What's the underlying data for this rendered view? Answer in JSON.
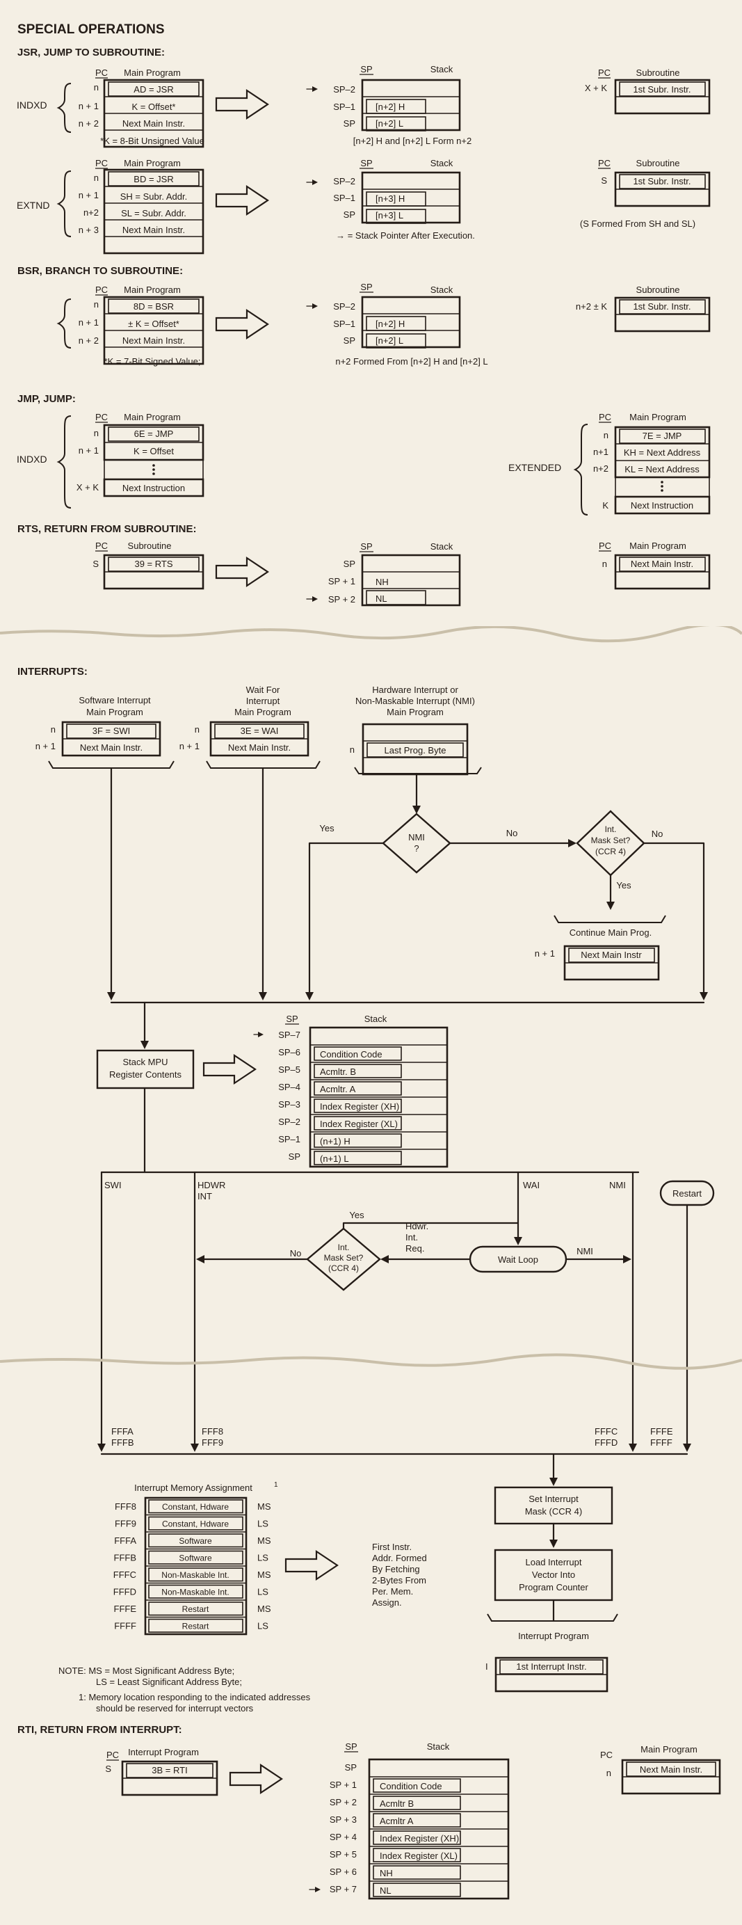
{
  "colors": {
    "paper": "#f4efe4",
    "ink": "#241c17"
  },
  "special": {
    "title": "SPECIAL OPERATIONS",
    "jsr_head": "JSR, JUMP TO SUBROUTINE:",
    "indxd": "INDXD",
    "extnd": "EXTND",
    "pc": "PC",
    "sp": "SP",
    "main_program": "Main Program",
    "stack": "Stack",
    "subroutine": "Subroutine",
    "n": "n",
    "n1": "n + 1",
    "n2": "n + 2",
    "n1b": "n+1",
    "n2b": "n+2",
    "n3": "n + 3",
    "sp2": "SP–2",
    "sp1": "SP–1",
    "sp_plus1": "SP + 1",
    "sp_plus2": "SP + 2",
    "s": "S",
    "xk": "X + K",
    "jsr_indxd_rows": [
      "AD = JSR",
      "K = Offset*",
      "Next Main Instr."
    ],
    "k_note8": "*K = 8-Bit Unsigned Value",
    "stack_n2h": "[n+2] H",
    "stack_n2l": "[n+2] L",
    "form_note": "[n+2] H and [n+2] L Form n+2",
    "first_subr": "1st Subr. Instr.",
    "jsr_extnd_rows": [
      "BD = JSR",
      "SH = Subr. Addr.",
      "SL = Subr. Addr.",
      "Next Main Instr."
    ],
    "stack_n3h": "[n+3] H",
    "stack_n3l": "[n+3] L",
    "arrow_note": "→ = Stack Pointer After Execution.",
    "s_formed": "(S Formed From SH and SL)",
    "bsr_head": "BSR, BRANCH TO SUBROUTINE:",
    "bsr_rows": [
      "8D = BSR",
      "± K = Offset*",
      "Next Main Instr."
    ],
    "k_note7": "*K = 7-Bit Signed Value;",
    "n2_formed": "n+2 Formed From [n+2] H and [n+2] L",
    "n2k": "n+2 ± K",
    "jmp_head": "JMP, JUMP:",
    "jmp_indxd_rows": [
      "6E = JMP",
      "K = Offset",
      "Next Instruction"
    ],
    "extended": "EXTENDED",
    "jmp_ext_rows": [
      "7E = JMP",
      "KH = Next Address",
      "KL = Next Address",
      "Next Instruction"
    ],
    "k": "K",
    "rts_head": "RTS, RETURN FROM SUBROUTINE:",
    "rts_row": "39 = RTS",
    "nh": "NH",
    "nl": "NL",
    "next_main": "Next Main Instr."
  },
  "interrupts": {
    "title": "INTERRUPTS:",
    "swi_title": [
      "Software Interrupt",
      "Main Program"
    ],
    "swi_rows": [
      "3F = SWI",
      "Next Main Instr."
    ],
    "wai_title": [
      "Wait For",
      "Interrupt",
      "Main Program"
    ],
    "wai_rows": [
      "3E = WAI",
      "Next Main Instr."
    ],
    "hw_title": [
      "Hardware Interrupt or",
      "Non-Maskable Interrupt (NMI)",
      "Main Program"
    ],
    "hw_row": "Last Prog. Byte",
    "n": "n",
    "n1": "n + 1",
    "yes": "Yes",
    "no": "No",
    "nmi_q": [
      "NMI",
      "?"
    ],
    "mask_q": [
      "Int.",
      "Mask Set?",
      "(CCR 4)"
    ],
    "continue_main": "Continue Main Prog.",
    "next_main_instr": "Next Main Instr",
    "sp": "SP",
    "stack": "Stack",
    "stack_labels": [
      "SP–7",
      "SP–6",
      "SP–5",
      "SP–4",
      "SP–3",
      "SP–2",
      "SP–1",
      "SP"
    ],
    "stack_rows": [
      "",
      "Condition Code",
      "Acmltr. B",
      "Acmltr. A",
      "Index Register (XH)",
      "Index Register (XL)",
      "(n+1) H",
      "(n+1) L"
    ],
    "stack_mpu": [
      "Stack MPU",
      "Register Contents"
    ],
    "swi": "SWI",
    "hdwr_int": [
      "HDWR",
      "INT"
    ],
    "wai": "WAI",
    "nmi": "NMI",
    "restart": "Restart",
    "hdwr_req": [
      "Hdwr.",
      "Int.",
      "Req."
    ],
    "wait_loop": "Wait Loop",
    "vectors": {
      "swi": [
        "FFFA",
        "FFFB"
      ],
      "hdwr": [
        "FFF8",
        "FFF9"
      ],
      "nmi": [
        "FFFC",
        "FFFD"
      ],
      "restart": [
        "FFFE",
        "FFFF"
      ]
    },
    "mem_title": "Interrupt Memory Assignment",
    "mem_sup": "1",
    "mem_rows": [
      {
        "addr": "FFF8",
        "label": "Constant, Hdware",
        "byte": "MS"
      },
      {
        "addr": "FFF9",
        "label": "Constant, Hdware",
        "byte": "LS"
      },
      {
        "addr": "FFFA",
        "label": "Software",
        "byte": "MS"
      },
      {
        "addr": "FFFB",
        "label": "Software",
        "byte": "LS"
      },
      {
        "addr": "FFFC",
        "label": "Non-Maskable Int.",
        "byte": "MS"
      },
      {
        "addr": "FFFD",
        "label": "Non-Maskable Int.",
        "byte": "LS"
      },
      {
        "addr": "FFFE",
        "label": "Restart",
        "byte": "MS"
      },
      {
        "addr": "FFFF",
        "label": "Restart",
        "byte": "LS"
      }
    ],
    "first_instr_note": [
      "First Instr.",
      "Addr. Formed",
      "By Fetching",
      "2-Bytes From",
      "Per. Mem.",
      "Assign."
    ],
    "set_mask": [
      "Set Interrupt",
      "Mask (CCR 4)"
    ],
    "load_vector": [
      "Load Interrupt",
      "Vector Into",
      "Program Counter"
    ],
    "int_program": "Interrupt Program",
    "first_int_instr": "1st Interrupt Instr.",
    "i": "I",
    "note": [
      "NOTE:  MS = Most Significant Address Byte;",
      "LS = Least Significant Address Byte;",
      "1:   Memory location responding to the indicated addresses",
      "should be reserved for interrupt vectors"
    ]
  },
  "rti": {
    "title": "RTI, RETURN FROM INTERRUPT:",
    "pc": "PC",
    "s": "S",
    "n": "n",
    "interrupt_program": "Interrupt Program",
    "rti_row": "3B = RTI",
    "sp": "SP",
    "stack": "Stack",
    "stack_labels": [
      "SP",
      "SP + 1",
      "SP + 2",
      "SP + 3",
      "SP + 4",
      "SP + 5",
      "SP + 6",
      "SP + 7"
    ],
    "stack_rows": [
      "",
      "Condition Code",
      "Acmltr B",
      "Acmltr A",
      "Index Register (XH)",
      "Index Register (XL)",
      "NH",
      "NL"
    ],
    "main_program": "Main Program",
    "next_main": "Next Main Instr."
  }
}
